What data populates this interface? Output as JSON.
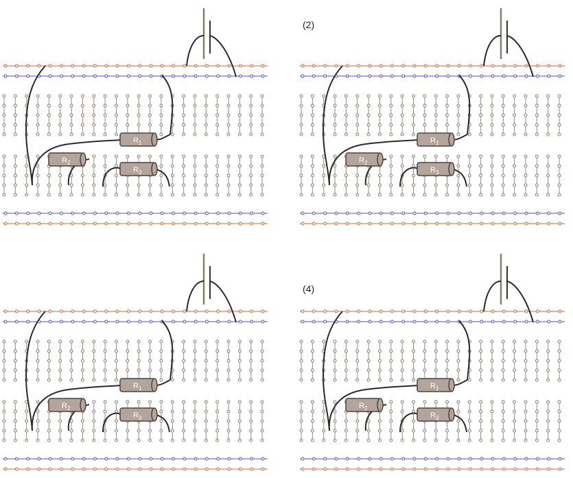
{
  "panels": [
    {
      "label": "",
      "resistors": [
        "R1",
        "R2",
        "R3"
      ]
    },
    {
      "label": "(2)",
      "resistors": [
        "R1",
        "R2",
        "R3"
      ]
    },
    {
      "label": "",
      "resistors": [
        "R1",
        "R2",
        "R3"
      ]
    },
    {
      "label": "(4)",
      "resistors": [
        "R1",
        "R2",
        "R3"
      ]
    }
  ],
  "resistor_labels": {
    "R1": "1",
    "R2": "2",
    "R3": "3"
  },
  "resistor_letter": "R",
  "colors": {
    "rail_positive": "#e0603a",
    "rail_negative": "#5050c0",
    "hole": "#8a7a72",
    "column_line": "#9a8c86",
    "wire": "#2a2a2a",
    "resistor_fill": "#b3a59b",
    "resistor_stroke": "#4a4440",
    "capacitor_plate": "#8a7a72",
    "capacitor_plate_dark": "#333333"
  }
}
